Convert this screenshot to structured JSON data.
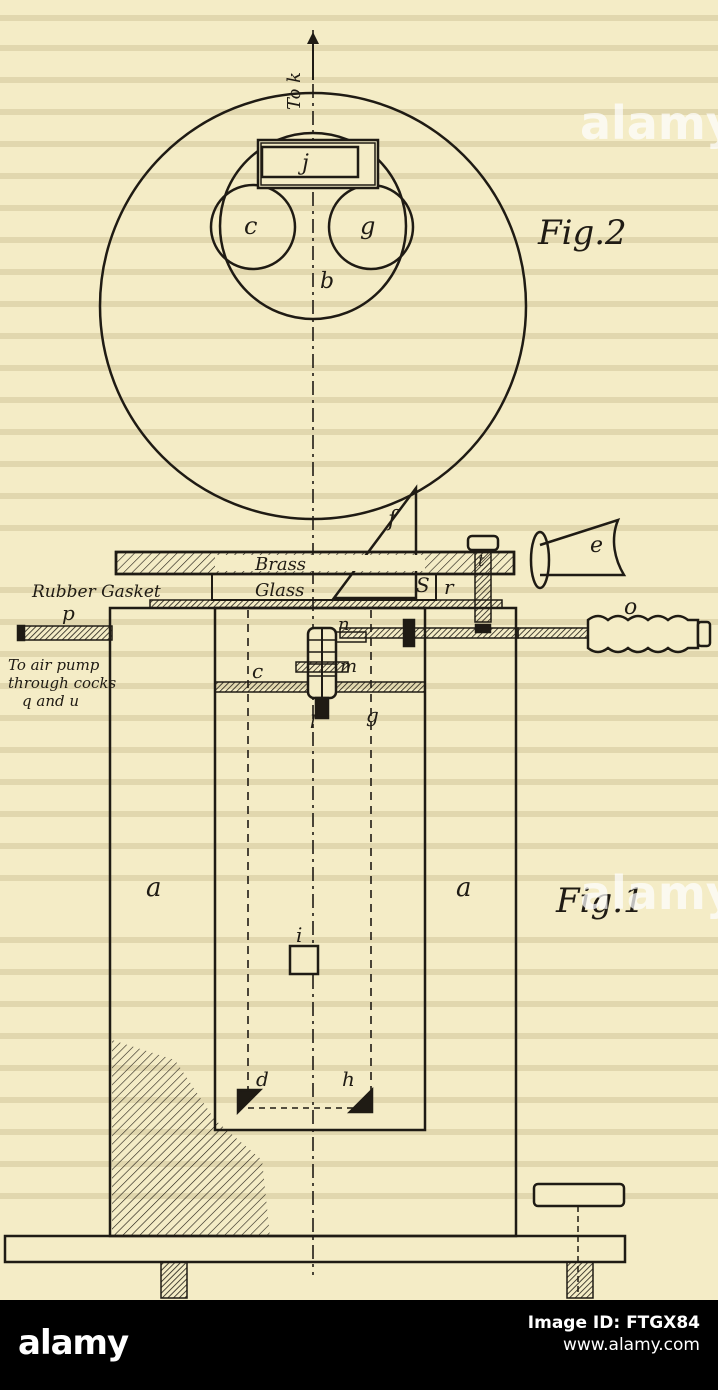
{
  "figure": {
    "fig2_label": "Fig.2",
    "fig1_label": "Fig.1",
    "arrow_label": "To k",
    "labels": {
      "j": "j",
      "c_top": "c",
      "g_top": "g",
      "b": "b",
      "e": "e",
      "f": "f",
      "brass": "Brass",
      "glass": "Glass",
      "s": "S",
      "r": "r",
      "t": "t",
      "rubber_gasket": "Rubber Gasket",
      "p": "p",
      "o": "o",
      "n": "n",
      "m": "m",
      "c_mid": "c",
      "l": "l",
      "g_mid": "g",
      "a_left": "a",
      "a_right": "a",
      "i": "i",
      "d": "d",
      "h": "h"
    },
    "air_pump": {
      "line1": "To air pump",
      "line2": "through cocks",
      "line3": "q and u"
    }
  },
  "watermark": {
    "text": "alamy"
  },
  "footer": {
    "brand_logo_text": "alamy",
    "image_id_text": "Image ID: FTGX84",
    "site_text": "www.alamy.com"
  },
  "colors": {
    "paper": "#f4ecc6",
    "ink": "#1f1b14",
    "footer": "#000000",
    "watermark": "#ffffff"
  }
}
